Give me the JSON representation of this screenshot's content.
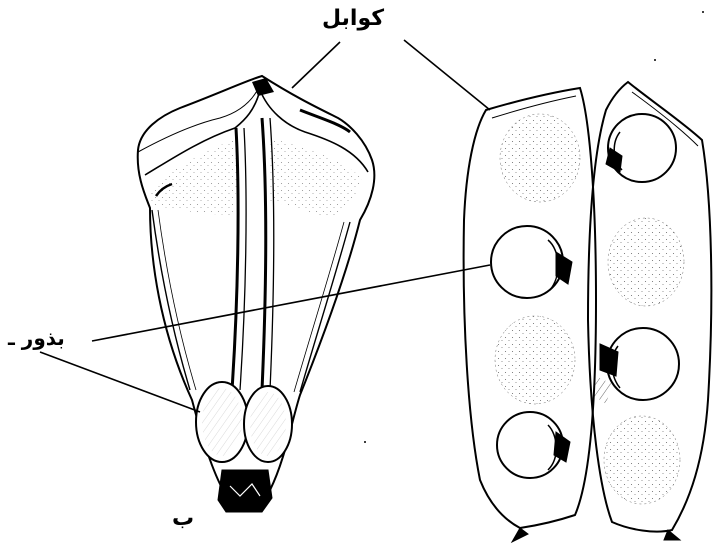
{
  "labels": {
    "carpels": "كوابل",
    "seeds": "بذور ـ",
    "panel": "ب"
  },
  "colors": {
    "ink": "#000000",
    "paper": "#ffffff"
  }
}
